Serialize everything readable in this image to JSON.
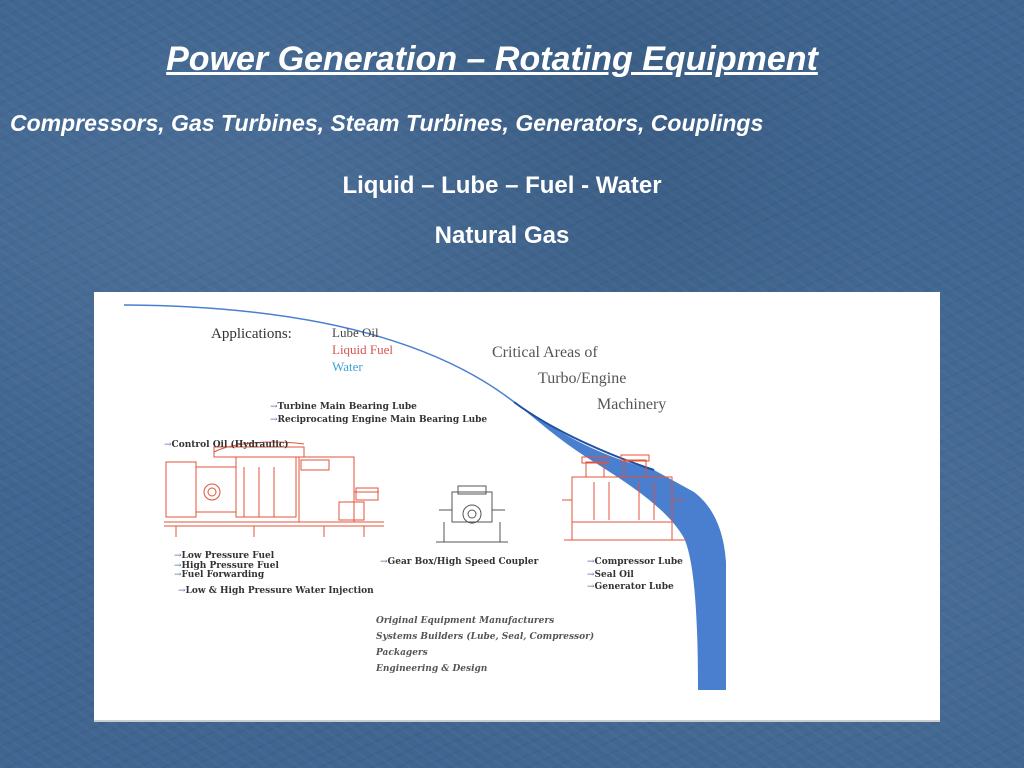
{
  "slide": {
    "title": "Power Generation – Rotating Equipment",
    "subtitle": "Compressors, Gas Turbines, Steam Turbines, Generators, Couplings",
    "line3": "Liquid – Lube – Fuel - Water",
    "line4": "Natural Gas"
  },
  "figure": {
    "applications_label": "Applications:",
    "applications": [
      "Lube Oil",
      "Liquid Fuel",
      "Water"
    ],
    "critical_areas": [
      "Critical Areas of",
      "Turbo/Engine",
      "Machinery"
    ],
    "bearing_items": [
      "Turbine Main Bearing Lube",
      "Reciprocating Engine Main Bearing Lube"
    ],
    "control_oil": "Control Oil (Hydraulic)",
    "fuel_items": [
      "Low Pressure Fuel",
      "High Pressure Fuel",
      "Fuel Forwarding"
    ],
    "water_injection": "Low & High Pressure Water Injection",
    "gear_box": "Gear Box/High Speed Coupler",
    "compressor_items": [
      "Compressor Lube",
      "Seal Oil",
      "Generator Lube"
    ],
    "customer_types": [
      "Original Equipment Manufacturers",
      "Systems Builders (Lube, Seal, Compressor)",
      "Packagers",
      "Engineering & Design"
    ]
  },
  "colors": {
    "background": "#3f6590",
    "accent_blue": "#4a7fd0",
    "drawing_red": "#e0533a",
    "liquid_fuel": "#d9534f",
    "water": "#3aa0d8"
  }
}
